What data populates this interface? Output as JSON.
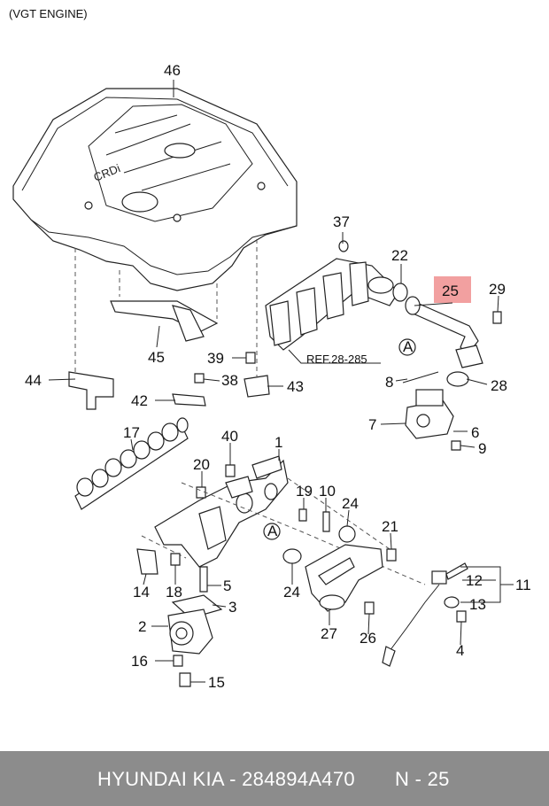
{
  "caption": "(VGT ENGINE)",
  "reference": "REF.28-285",
  "callouts": [
    "46",
    "37",
    "22",
    "25",
    "29",
    "45",
    "39",
    "38",
    "43",
    "44",
    "42",
    "8",
    "28",
    "7",
    "6",
    "9",
    "17",
    "40",
    "1",
    "20",
    "19",
    "10",
    "24",
    "21",
    "14",
    "18",
    "5",
    "3",
    "24",
    "12",
    "11",
    "13",
    "2",
    "27",
    "26",
    "4",
    "16",
    "15",
    "A",
    "A"
  ],
  "highlight_color": "#f2a0a0",
  "highlighted_part": "25",
  "footer": {
    "brand": "HYUNDAI  KIA - 284894A470",
    "page": "N - 25"
  }
}
